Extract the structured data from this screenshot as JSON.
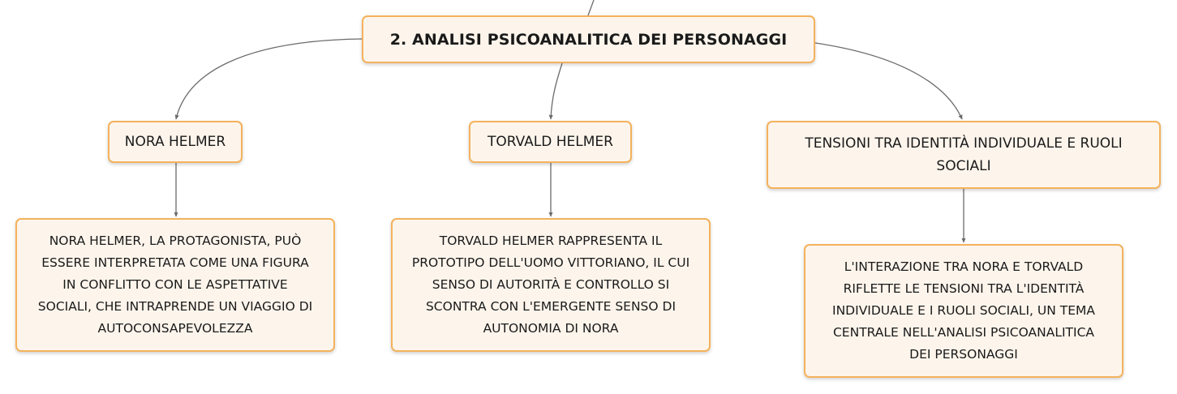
{
  "mindmap": {
    "root": {
      "label": "2. ANALISI PSICOANALITICA DEI PERSONAGGI"
    },
    "branches": [
      {
        "label": "NORA HELMER",
        "detail": "NORA HELMER, LA PROTAGONISTA, PUÒ ESSERE INTERPRETATA COME UNA FIGURA IN CONFLITTO CON LE ASPETTATIVE SOCIALI, CHE INTRAPRENDE UN VIAGGIO DI AUTOCONSAPEVOLEZZA"
      },
      {
        "label": "TORVALD HELMER",
        "detail": "TORVALD HELMER RAPPRESENTA IL PROTOTIPO DELL'UOMO VITTORIANO, IL CUI SENSO DI AUTORITÀ E CONTROLLO SI SCONTRA CON L'EMERGENTE SENSO DI AUTONOMIA DI NORA"
      },
      {
        "label": "TENSIONI TRA IDENTITÀ INDIVIDUALE E RUOLI SOCIALI",
        "detail": "L'INTERAZIONE TRA NORA E TORVALD RIFLETTE LE TENSIONI TRA L'IDENTITÀ INDIVIDUALE E I RUOLI SOCIALI, UN TEMA CENTRALE NELL'ANALISI PSICOANALITICA DEI PERSONAGGI"
      }
    ]
  },
  "colors": {
    "node_fill": "#fdf5ec",
    "node_border": "#f4b25c",
    "connector": "#6b6b6b",
    "text": "#1a1a1a"
  }
}
